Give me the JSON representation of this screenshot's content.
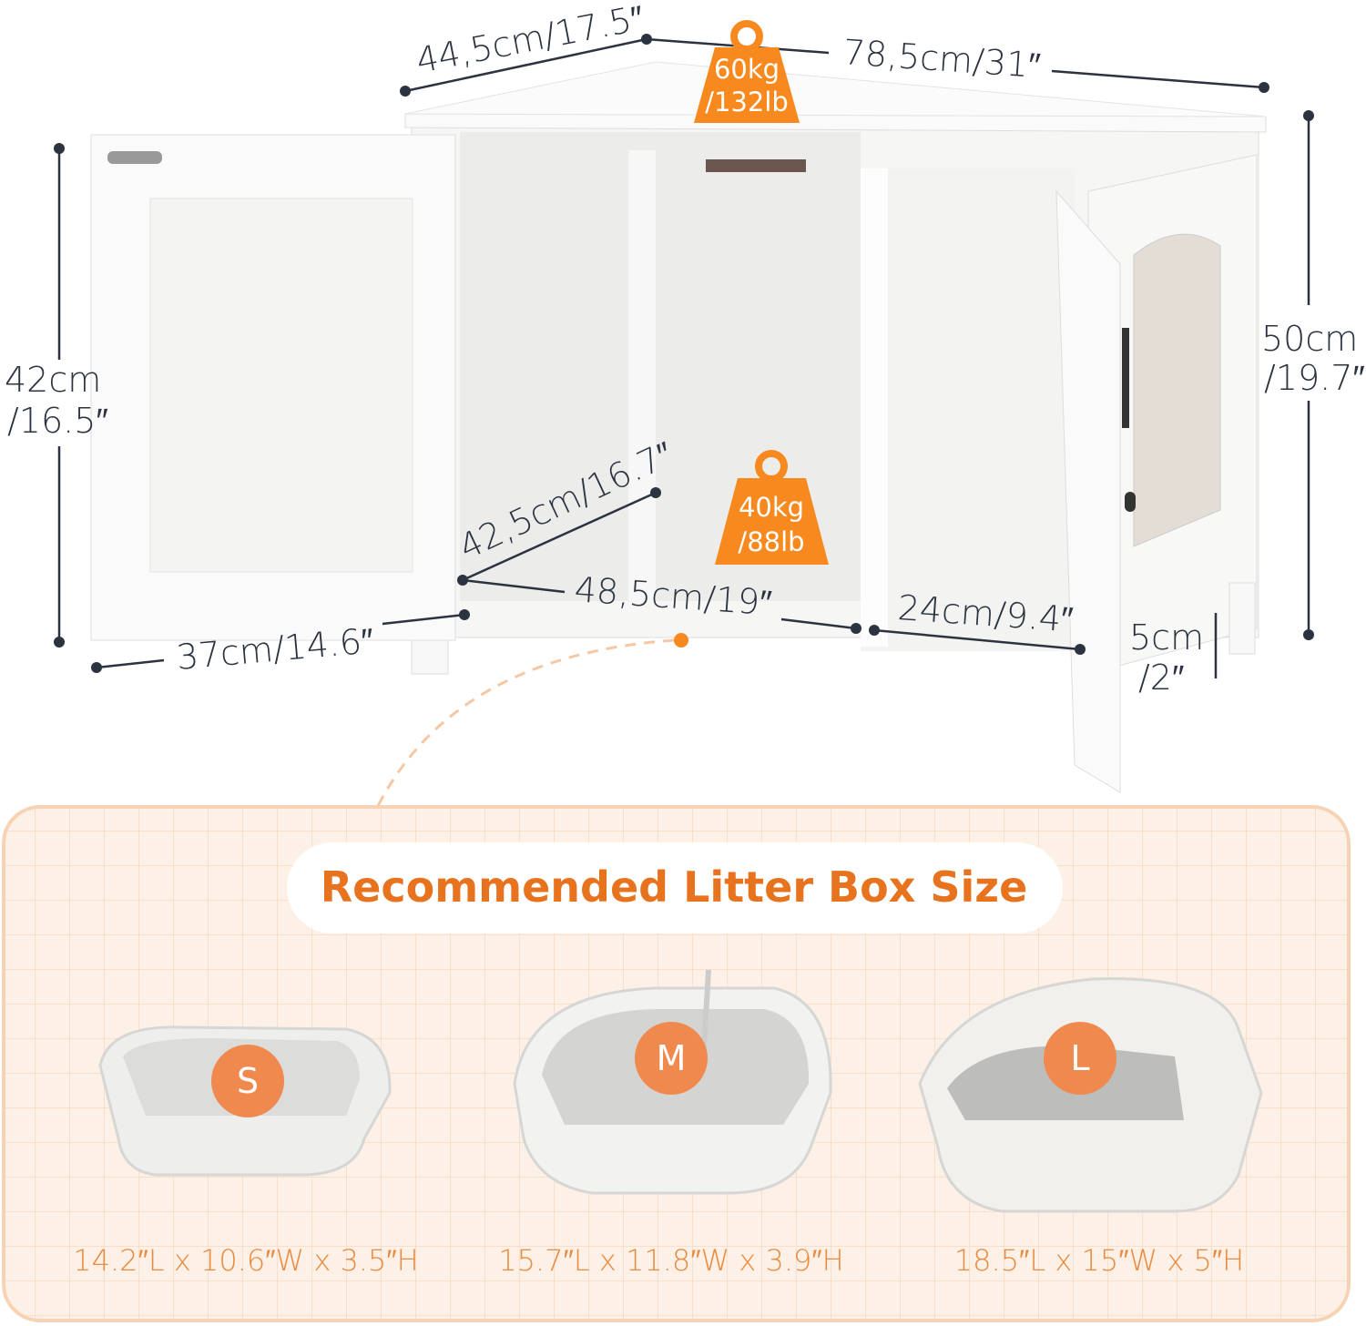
{
  "dimensions": {
    "depth_top": "44,5cm/17.5″",
    "width_top": "78,5cm/31″",
    "height_total_1": "50cm",
    "height_total_2": "/19.7″",
    "door_height_1": "42cm",
    "door_height_2": "/16.5″",
    "door_width": "37cm/14.6″",
    "inner_depth": "42,5cm/16.7″",
    "inner_width": "48,5cm/19″",
    "side_width": "24cm/9.4″",
    "leg_height_1": "5cm",
    "leg_height_2": "/2″"
  },
  "weights": {
    "top": {
      "line1": "60kg",
      "line2": "/132lb"
    },
    "inner": {
      "line1": "40kg",
      "line2": "/88lb"
    }
  },
  "panel": {
    "title": "Recommended Litter Box Size",
    "boxes": [
      {
        "size": "S",
        "caption": "14.2″L x 10.6″W x 3.5″H"
      },
      {
        "size": "M",
        "caption": "15.7″L x 11.8″W x 3.9″H"
      },
      {
        "size": "L",
        "caption": "18.5″L x 15″W x 5″H"
      }
    ]
  },
  "colors": {
    "accent": "#f7891f",
    "title": "#e8731f",
    "badge": "#f0894e",
    "panel_bg": "#fdf0e6",
    "dimension_line": "#2b3340"
  }
}
